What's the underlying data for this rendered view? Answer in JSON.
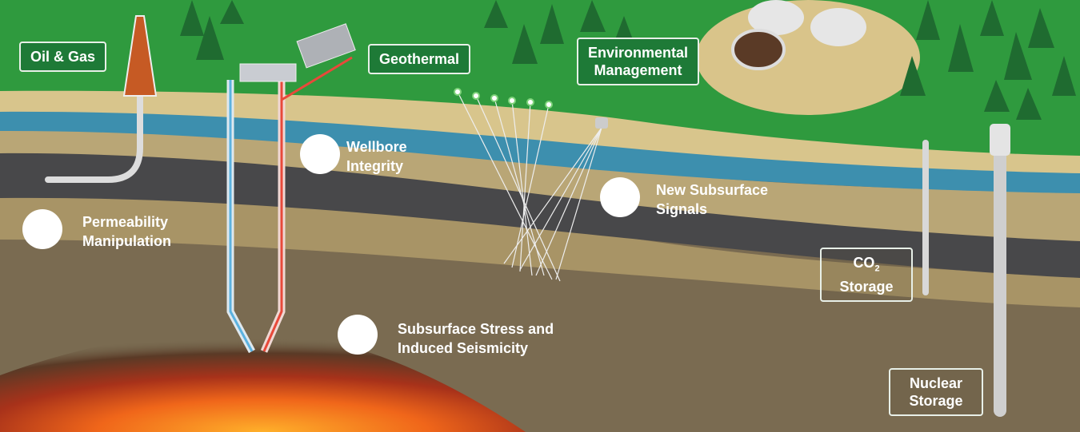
{
  "labels": {
    "oil_gas": "Oil & Gas",
    "geothermal": "Geothermal",
    "environmental": [
      "Environmental",
      "Management"
    ],
    "wellbore": [
      "Wellbore",
      "Integrity"
    ],
    "permeability": [
      "Permeability",
      "Manipulation"
    ],
    "signals": [
      "New Subsurface",
      "Signals"
    ],
    "co2": {
      "prefix": "CO",
      "sub": "2",
      "line2": "Storage"
    },
    "stress": [
      "Subsurface Stress and",
      "Induced Seismicity"
    ],
    "nuclear": [
      "Nuclear",
      "Storage"
    ]
  },
  "colors": {
    "grass": "#2f9a3e",
    "water": "#3d8fae",
    "shale": "#4a4a4c",
    "sand": "#c8b580",
    "rock": "#7a6a50",
    "magma": "#f07a1a",
    "cold_pipe": "#5bb2e0",
    "hot_pipe": "#e8493a",
    "box_green": "#1e7a37"
  }
}
